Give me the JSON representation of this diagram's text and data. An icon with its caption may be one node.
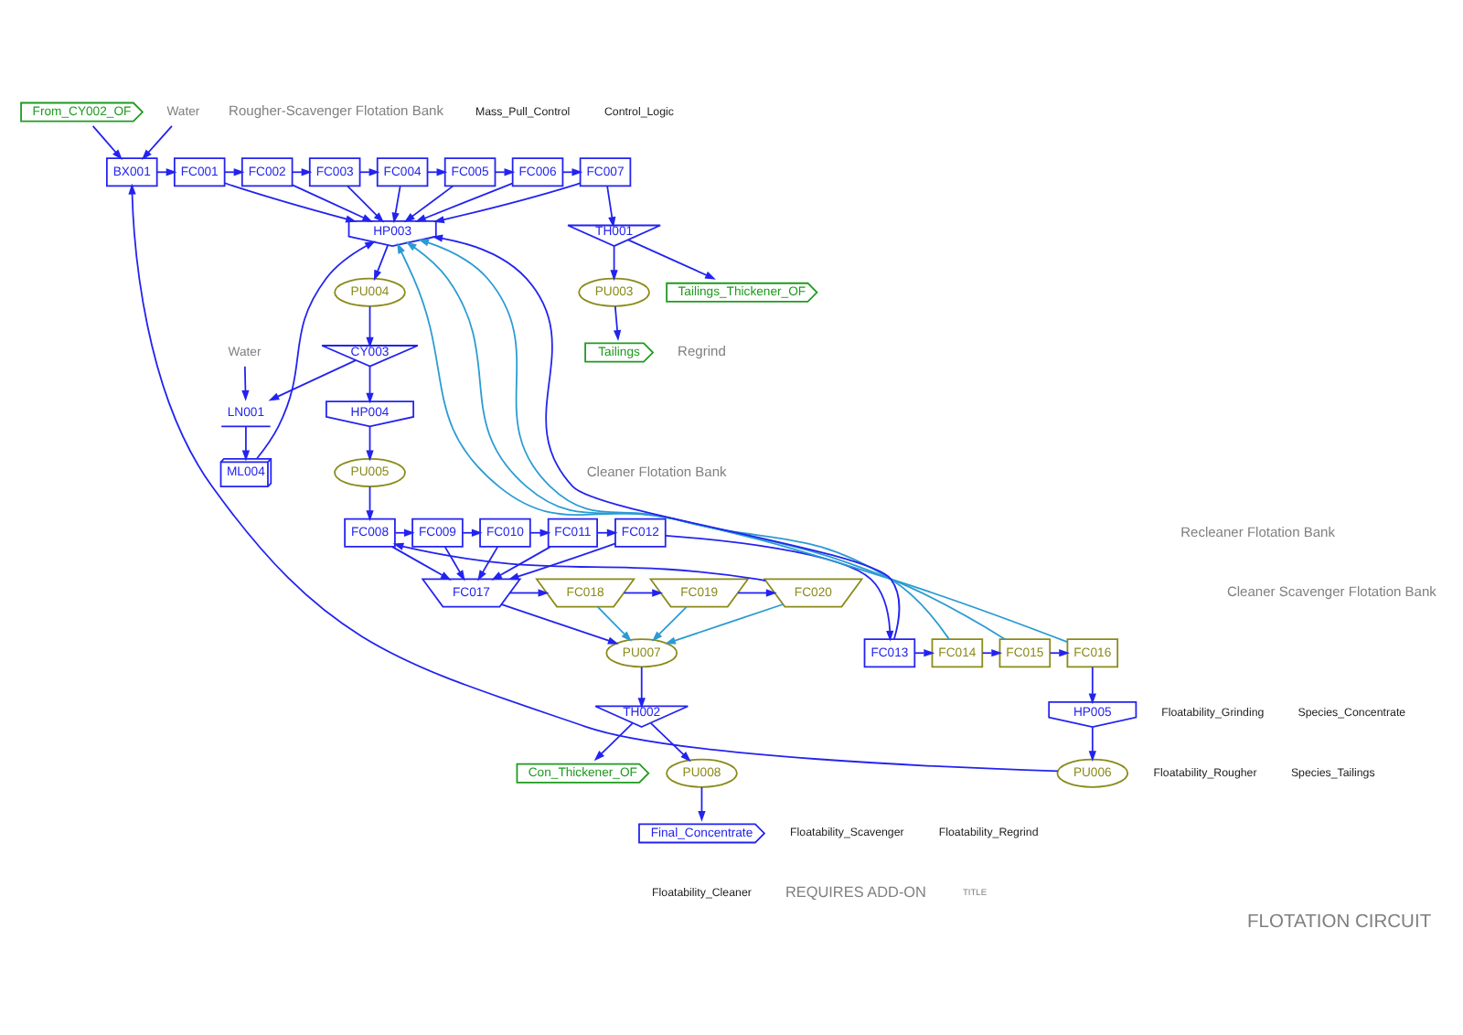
{
  "diagram": {
    "title": "FLOTATION CIRCUIT",
    "nodes": [
      {
        "text": [
          "From_CY002_OF"
        ]
      },
      {
        "text": [
          "Water"
        ]
      },
      {
        "text": [
          "BX001"
        ]
      },
      {
        "text": [
          "FC001"
        ]
      },
      {
        "text": [
          "FC002"
        ]
      },
      {
        "text": [
          "FC003"
        ]
      },
      {
        "text": [
          "FC004"
        ]
      },
      {
        "text": [
          "FC005"
        ]
      },
      {
        "text": [
          "FC006"
        ]
      },
      {
        "text": [
          "FC007"
        ]
      },
      {
        "text": [
          "TH001"
        ]
      },
      {
        "text": [
          "Tailings_Thickener_OF"
        ]
      },
      {
        "text": [
          "PU003"
        ]
      },
      {
        "text": [
          "Tailings"
        ]
      },
      {
        "text": [
          "PU005"
        ]
      },
      {
        "text": [
          "HP004"
        ]
      },
      {
        "text": [
          "ML004"
        ]
      },
      {
        "text": [
          "CY003"
        ]
      },
      {
        "text": [
          "PU004"
        ]
      },
      {
        "text": [
          "HP003"
        ]
      },
      {
        "text": [
          "Water"
        ]
      },
      {
        "text": [
          "LN001"
        ]
      },
      {
        "text": [
          "FC008"
        ]
      },
      {
        "text": [
          "FC009"
        ]
      },
      {
        "text": [
          "FC010"
        ]
      },
      {
        "text": [
          "FC011"
        ]
      },
      {
        "text": [
          "FC012"
        ]
      },
      {
        "text": [
          "FC017"
        ]
      },
      {
        "text": [
          "FC018"
        ]
      },
      {
        "text": [
          "FC019"
        ]
      },
      {
        "text": [
          "FC020"
        ]
      },
      {
        "text": [
          "PU006"
        ]
      },
      {
        "text": [
          "HP005"
        ]
      },
      {
        "text": [
          "FC016"
        ]
      },
      {
        "text": [
          "FC015"
        ]
      },
      {
        "text": [
          "FC014"
        ]
      },
      {
        "text": [
          "FC013"
        ]
      },
      {
        "text": [
          "PU007"
        ]
      },
      {
        "text": [
          "TH002"
        ]
      },
      {
        "text": [
          "Con_Thickener_OF"
        ]
      },
      {
        "text": [
          "PU008"
        ]
      },
      {
        "text": [
          "Final_Concentrate"
        ]
      }
    ],
    "edges": [
      {
        "from": 0,
        "to": 2,
        "arrow": "to"
      },
      {
        "from": 1,
        "to": 2,
        "arrow": "to"
      },
      {
        "from": 31,
        "to": 2,
        "arrow": "to"
      },
      {
        "from": 2,
        "to": 3,
        "arrow": "to"
      },
      {
        "from": 3,
        "to": 4,
        "arrow": "to"
      },
      {
        "from": 4,
        "to": 5,
        "arrow": "to"
      },
      {
        "from": 5,
        "to": 6,
        "arrow": "to"
      },
      {
        "from": 6,
        "to": 7,
        "arrow": "to"
      },
      {
        "from": 7,
        "to": 8,
        "arrow": "to"
      },
      {
        "from": 8,
        "to": 9,
        "arrow": "to"
      },
      {
        "from": 9,
        "to": 10,
        "arrow": "to"
      },
      {
        "from": 3,
        "to": 19,
        "arrow": "to"
      },
      {
        "from": 4,
        "to": 19,
        "arrow": "to"
      },
      {
        "from": 5,
        "to": 19,
        "arrow": "to"
      },
      {
        "from": 6,
        "to": 19,
        "arrow": "to"
      },
      {
        "from": 7,
        "to": 19,
        "arrow": "to"
      },
      {
        "from": 8,
        "to": 19,
        "arrow": "to"
      },
      {
        "from": 9,
        "to": 19,
        "arrow": "to"
      },
      {
        "from": 10,
        "to": 11,
        "arrow": "to"
      },
      {
        "from": 10,
        "to": 12,
        "arrow": "to"
      },
      {
        "from": 12,
        "to": 13,
        "arrow": "to"
      },
      {
        "from": 19,
        "to": 18,
        "arrow": "to"
      },
      {
        "from": 18,
        "to": 17,
        "arrow": "to"
      },
      {
        "from": 17,
        "to": 15,
        "arrow": "to"
      },
      {
        "from": 15,
        "to": 14,
        "arrow": "to"
      },
      {
        "from": 17,
        "to": 21,
        "arrow": "to"
      },
      {
        "from": 20,
        "to": 21,
        "arrow": "to"
      },
      {
        "from": 21,
        "to": 16,
        "arrow": "to"
      },
      {
        "from": 16,
        "to": 19,
        "arrow": "to"
      },
      {
        "from": 14,
        "to": 22,
        "arrow": "to"
      },
      {
        "from": 30,
        "to": 22,
        "arrow": "to"
      },
      {
        "from": 22,
        "to": 23,
        "arrow": "to"
      },
      {
        "from": 23,
        "to": 24,
        "arrow": "to"
      },
      {
        "from": 24,
        "to": 25,
        "arrow": "to"
      },
      {
        "from": 25,
        "to": 26,
        "arrow": "to"
      },
      {
        "from": 26,
        "to": 36,
        "arrow": "to"
      },
      {
        "from": 22,
        "to": 27,
        "arrow": "to"
      },
      {
        "from": 23,
        "to": 27,
        "arrow": "to"
      },
      {
        "from": 24,
        "to": 27,
        "arrow": "to"
      },
      {
        "from": 25,
        "to": 27,
        "arrow": "to"
      },
      {
        "from": 26,
        "to": 27,
        "arrow": "to"
      },
      {
        "from": 27,
        "to": 28,
        "arrow": "to"
      },
      {
        "from": 28,
        "to": 29,
        "arrow": "to"
      },
      {
        "from": 29,
        "to": 30,
        "arrow": "to"
      },
      {
        "from": 27,
        "to": 37,
        "arrow": "to"
      },
      {
        "from": 28,
        "to": 37,
        "arrow": "to",
        "color": "#2b9bd3"
      },
      {
        "from": 29,
        "to": 37,
        "arrow": "to",
        "color": "#2b9bd3"
      },
      {
        "from": 30,
        "to": 37,
        "arrow": "to",
        "color": "#2b9bd3"
      },
      {
        "from": 37,
        "to": 38,
        "arrow": "to"
      },
      {
        "from": 38,
        "to": 39,
        "arrow": "to"
      },
      {
        "from": 38,
        "to": 40,
        "arrow": "to"
      },
      {
        "from": 40,
        "to": 41,
        "arrow": "to"
      },
      {
        "from": 36,
        "to": 35,
        "arrow": "to"
      },
      {
        "from": 35,
        "to": 34,
        "arrow": "to"
      },
      {
        "from": 34,
        "to": 33,
        "arrow": "to"
      },
      {
        "from": 33,
        "to": 32,
        "arrow": "to"
      },
      {
        "from": 32,
        "to": 31,
        "arrow": "to"
      },
      {
        "from": 36,
        "to": 19,
        "arrow": "to"
      },
      {
        "from": 35,
        "to": 19,
        "arrow": "to",
        "color": "#2b9bd3"
      },
      {
        "from": 34,
        "to": 19,
        "arrow": "to",
        "color": "#2b9bd3"
      },
      {
        "from": 33,
        "to": 19,
        "arrow": "to",
        "color": "#2b9bd3"
      }
    ],
    "labels": [
      "Rougher-Scavenger Flotation Bank",
      "Mass_Pull_Control",
      "Control_Logic",
      "Regrind",
      "Cleaner Flotation Bank",
      "Recleaner Flotation Bank",
      "Cleaner Scavenger Flotation Bank",
      "Floatability_Grinding",
      "Species_Concentrate",
      "Floatability_Rougher",
      "Species_Tailings",
      "Floatability_Scavenger",
      "Floatability_Regrind",
      "Floatability_Cleaner",
      "REQUIRES ADD-ON",
      "TITLE"
    ]
  }
}
